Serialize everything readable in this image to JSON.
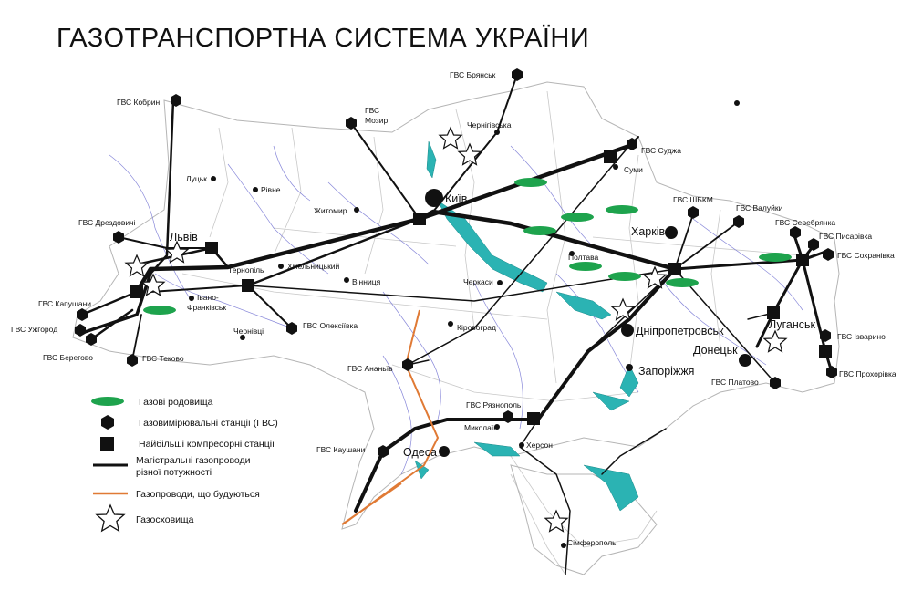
{
  "title": "ГАЗОТРАНСПОРТНА СИСТЕМА УКРАЇНИ",
  "colors": {
    "pipeline": "#111111",
    "pipeline_under_construction": "#e07a35",
    "gas_field": "#1ea34d",
    "river": "#6a6ad0",
    "border": "#b5b5b5",
    "reservoir": "#2bb3b3"
  },
  "cities": {
    "kyiv": "Київ",
    "kharkiv": "Харків",
    "dnipro": "Дніпропетровськ",
    "donetsk": "Донецьк",
    "zaporizhzhia": "Запоріжжя",
    "odesa": "Одеса",
    "lviv": "Львів",
    "luhansk": "Луганськ",
    "lutsk": "Луцьк",
    "rivne": "Рівне",
    "zhytomyr": "Житомир",
    "ternopil": "Тернопіль",
    "khmelnytskyi": "Хмельницький",
    "vinnytsia": "Вінниця",
    "ivano_frankivsk_1": "Івано-",
    "ivano_frankivsk_2": "Франківськ",
    "chernivtsi": "Чернівці",
    "chernihiv": "Чернігівська",
    "sumy": "Суми",
    "poltava": "Полтава",
    "cherkasy": "Черкаси",
    "kirovohrad": "Кіровоград",
    "mykolaiv": "Миколаїв",
    "kherson": "Херсон",
    "simferopol": "Сімферополь"
  },
  "stations": {
    "kobryn": "ГВС Кобрин",
    "mozyr_1": "ГВС",
    "mozyr_2": "Мозир",
    "bryansk": "ГВС Брянськ",
    "sudzha": "ГВС Суджа",
    "shbkm": "ГВС ШБКМ",
    "valuyky": "ГВС Валуйки",
    "serebryanka": "ГВС Серебрянка",
    "pysarivka": "ГВС Писарівка",
    "sokhranivka": "ГВС Сохранівка",
    "izvaryne": "ГВС Ізварино",
    "prokhorivka": "ГВС Прохорівка",
    "platovo": "ГВС Платово",
    "drozdovychi": "ГВС Дрездовичі",
    "kapushany": "ГВС Капушани",
    "uzhhorod": "ГВС Ужгород",
    "berehove": "ГВС Берегово",
    "tekovo": "ГВС Теково",
    "oleksiivka": "ГВС Олексіївка",
    "ananiv": "ГВС Ананьїв",
    "rozdilna": "ГВС Рязнополь",
    "kaushany": "ГВС Каушани"
  },
  "legend": {
    "gas_fields": "Газові родовища",
    "gms": "Газовимірювальні станції (ГВС)",
    "compressors": "Найбільші компресорні станції",
    "trunk_line_1": "Магістральні газопроводи",
    "trunk_line_2": "різної потужності",
    "under_construction": "Газопроводи, що будуються",
    "storage": "Газосховища"
  }
}
